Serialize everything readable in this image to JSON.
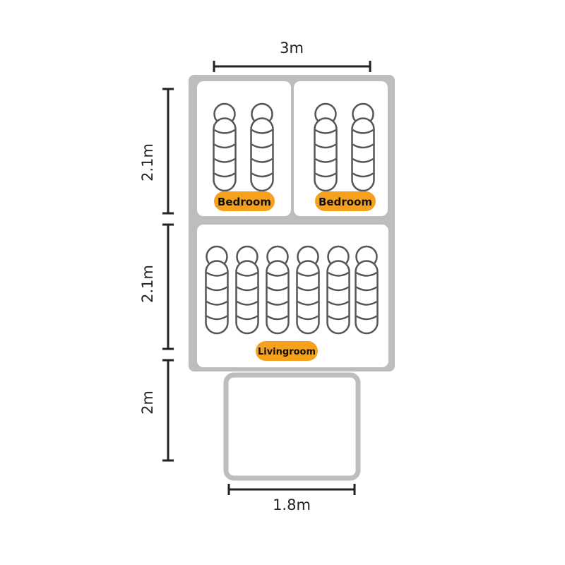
{
  "dimensions": {
    "width_top": "3m",
    "height_upper": "2.1m",
    "height_middle": "2.1m",
    "height_annex": "2m",
    "width_bottom": "1.8m"
  },
  "rooms": [
    {
      "label": "Bedroom",
      "springs": 2
    },
    {
      "label": "Bedroom",
      "springs": 2
    },
    {
      "label": "Livingroom",
      "springs": 6
    }
  ],
  "colors": {
    "wall": "#bdbdbd",
    "label_badge": "#f5a11c",
    "spring_stroke": "#555555",
    "dimension_line": "#222222"
  }
}
